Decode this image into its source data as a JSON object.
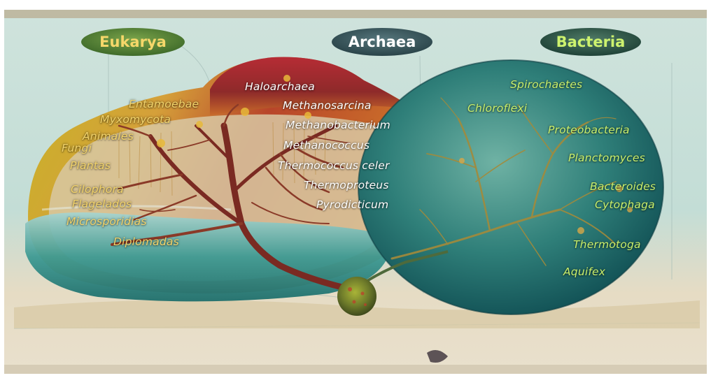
{
  "domains": {
    "eukarya": "Eukarya",
    "archaea": "Archaea",
    "bacteria": "Bacteria"
  },
  "eukarya_groups": [
    "Entamoebae",
    "Myxomycota",
    "Animales",
    "Fungi",
    "Plantas",
    "Cilophora",
    "Flagelados",
    "Microsporidias",
    "Diplomadas"
  ],
  "archaea_groups": [
    "Haloarchaea",
    "Methanosarcina",
    "Methanobacterium",
    "Methanococcus",
    "Thermococcus celer",
    "Thermoproteus",
    "Pyrodicticum"
  ],
  "bacteria_groups": [
    "Spirochaetes",
    "Chloroflexi",
    "Proteobacteria",
    "Planctomyces",
    "Bacteroides",
    "Cytophaga",
    "Thermotoga",
    "Aquifex"
  ],
  "colors": {
    "eukarya_text": "#f2d36a",
    "archaea_text": "#ffffff",
    "bacteria_text": "#c9ef6c",
    "eukarya_badge": "#5f8a3c",
    "archaea_badge": "#3d5a62",
    "bacteria_badge": "#2f5a4e"
  }
}
